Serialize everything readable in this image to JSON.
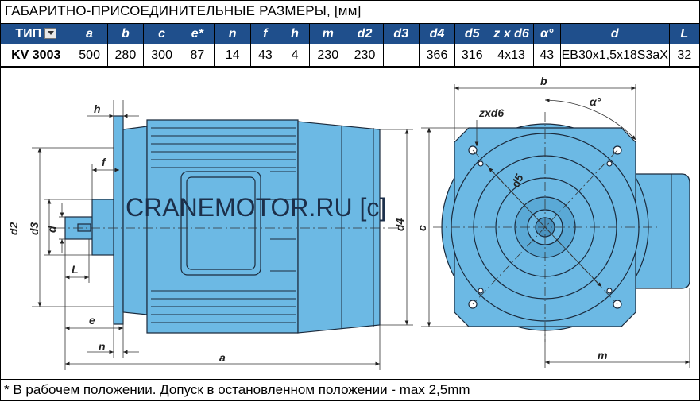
{
  "title": "ГАБАРИТНО-ПРИСОЕДИНИТЕЛЬНЫЕ РАЗМЕРЫ, [мм]",
  "table": {
    "headers": [
      "ТИП",
      "a",
      "b",
      "c",
      "e*",
      "n",
      "f",
      "h",
      "m",
      "d2",
      "d3",
      "d4",
      "d5",
      "z x d6",
      "α°",
      "d",
      "L"
    ],
    "row": [
      "KV 3003",
      "500",
      "280",
      "300",
      "87",
      "14",
      "43",
      "4",
      "230",
      "230",
      "",
      "366",
      "316",
      "4x13",
      "43",
      "EB30x1,5x18S3aX",
      "32"
    ]
  },
  "drawing": {
    "watermark": "CRANEMOTOR.RU [c]",
    "labels": {
      "h": "h",
      "f": "f",
      "d2": "d2",
      "d3": "d3",
      "d": "d",
      "L": "L",
      "e": "e",
      "n": "n",
      "a": "a",
      "d4": "d4",
      "c": "c",
      "b": "b",
      "zxd6": "zxd6",
      "alpha": "α°",
      "d5": "d5",
      "m": "m"
    },
    "colors": {
      "body": "#6cb9e4",
      "line": "#1b2a3c",
      "header_bg": "#1f4f8c"
    }
  },
  "footer": "* В рабочем положении. Допуск в остановленном положении - max 2,5mm"
}
